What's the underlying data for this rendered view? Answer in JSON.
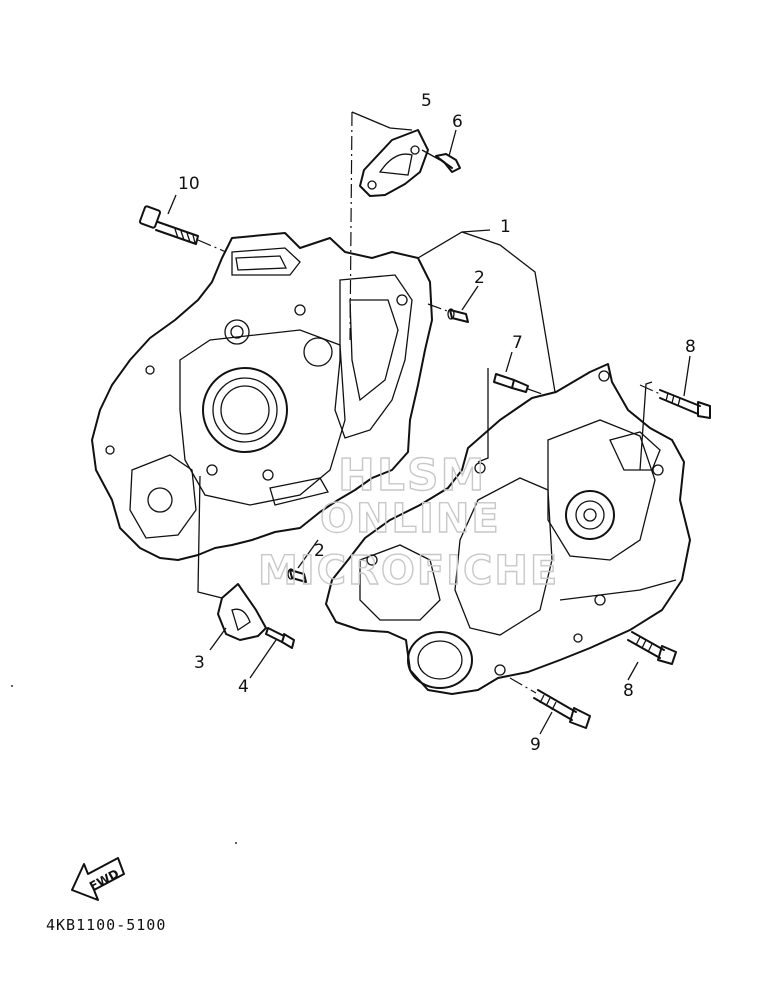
{
  "diagram": {
    "part_code": "4KB1100-5100",
    "fwd_label": "FWD",
    "watermark": [
      "HLSM",
      "ONLINE",
      "MICROFICHE"
    ],
    "callouts": [
      {
        "id": "10",
        "label": "10"
      },
      {
        "id": "5",
        "label": "5"
      },
      {
        "id": "6",
        "label": "6"
      },
      {
        "id": "1",
        "label": "1"
      },
      {
        "id": "2a",
        "label": "2"
      },
      {
        "id": "2b",
        "label": "2"
      },
      {
        "id": "7",
        "label": "7"
      },
      {
        "id": "8a",
        "label": "8"
      },
      {
        "id": "8b",
        "label": "8"
      },
      {
        "id": "3",
        "label": "3"
      },
      {
        "id": "4",
        "label": "4"
      },
      {
        "id": "9",
        "label": "9"
      }
    ]
  }
}
